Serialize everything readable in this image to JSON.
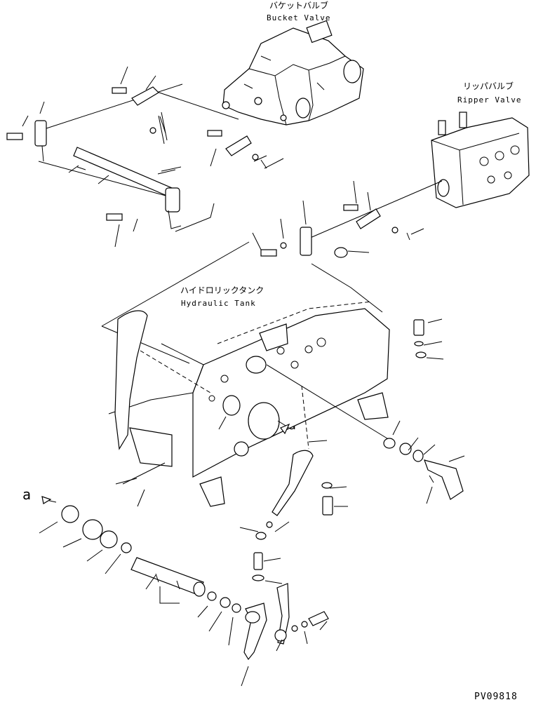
{
  "labels": {
    "bucket_valve_jp": "バケットバルブ",
    "bucket_valve_en": "Bucket Valve",
    "ripper_valve_jp": "リッパバルブ",
    "ripper_valve_en": "Ripper Valve",
    "hydraulic_tank_jp": "ハイドロリックタンク",
    "hydraulic_tank_en": "Hydraulic Tank",
    "view_marker_left": "a",
    "view_marker_tank": "a",
    "drawing_number": "PV09818"
  }
}
